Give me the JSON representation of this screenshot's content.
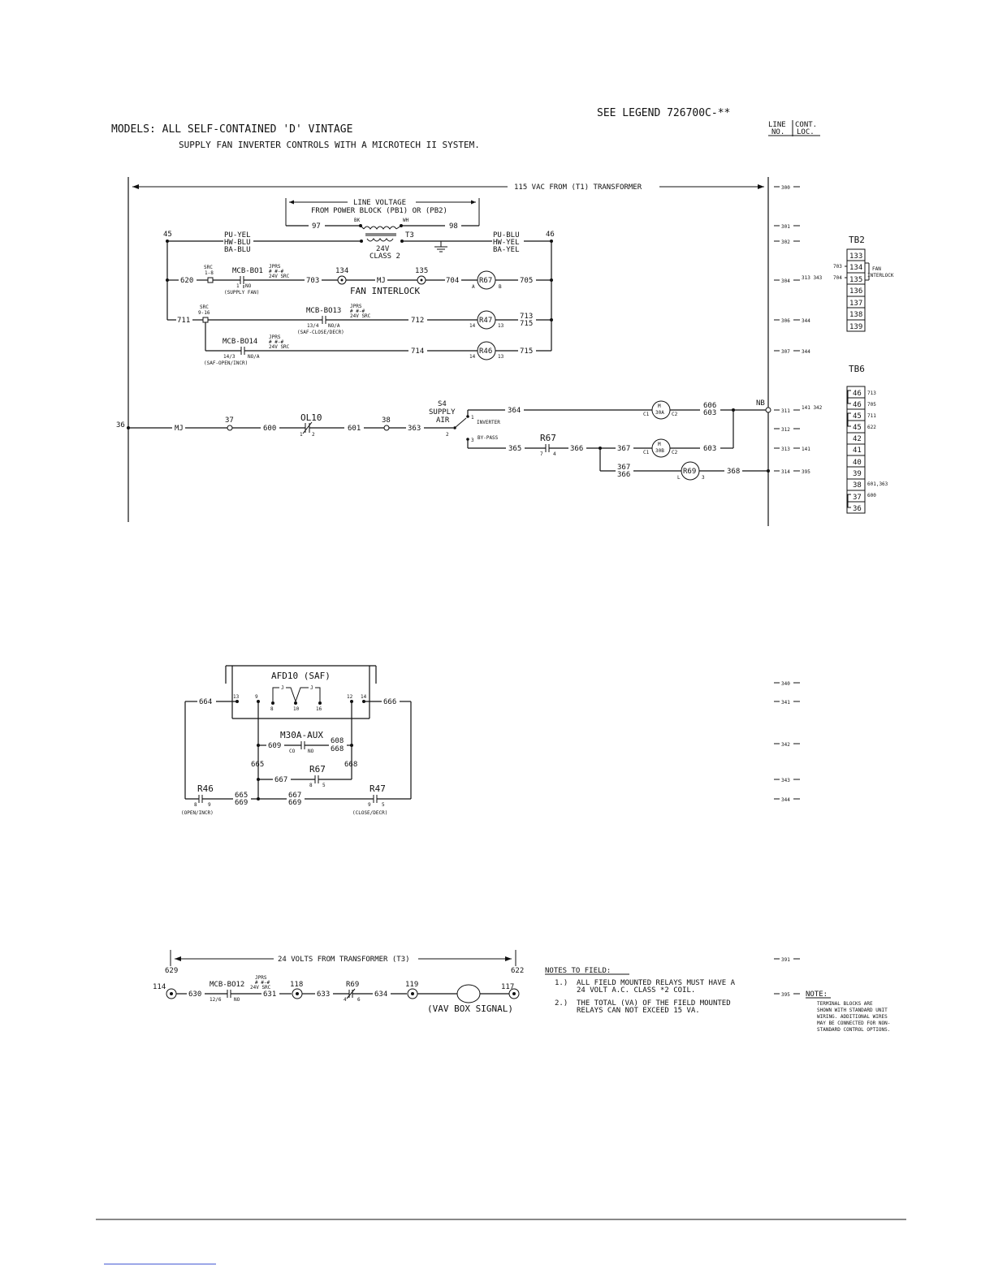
{
  "header": {
    "see_legend": "SEE LEGEND 726700C-**",
    "models_line": "MODELS: ALL SELF-CONTAINED 'D' VINTAGE",
    "subtitle": "SUPPLY FAN INVERTER CONTROLS WITH A MICROTECH II SYSTEM.",
    "line_no_label_1": "LINE",
    "line_no_label_2": "NO.",
    "cont_loc_label_1": "CONT.",
    "cont_loc_label_2": "LOC."
  },
  "top_circuit": {
    "bus_label": "115 VAC FROM (T1) TRANSFORMER",
    "line_voltage_label": "LINE VOLTAGE",
    "power_block_label": "FROM POWER BLOCK (PB1) OR (PB2)",
    "wire_97": "97",
    "wire_98": "98",
    "bk": "BK",
    "wh": "WH",
    "t3": "T3",
    "t3_voltage": "24V",
    "t3_class": "CLASS 2",
    "node_45": "45",
    "node_46": "46",
    "left_colors": [
      "PU-YEL",
      "HW-BLU",
      "BA-BLU"
    ],
    "right_colors": [
      "PU-BLU",
      "HW-YEL",
      "BA-YEL"
    ],
    "src_1": "SRC",
    "src_1_pins": "1-8",
    "src_2": "SRC",
    "src_2_pins": "9-16",
    "wire_620": "620",
    "wire_711": "711",
    "mcb_bo1": "MCB-BO1",
    "mcb_bo1_pin": "1",
    "mcb_bo1_no": "NO",
    "mcb_bo1_desc": "(SUPPLY FAN)",
    "jprs": "JPRS",
    "jprs_pins": "# #-#",
    "jprs_src": "24V SRC",
    "wire_703": "703",
    "term_134": "134",
    "mj": "MJ",
    "term_135": "135",
    "wire_704": "704",
    "fan_interlock": "FAN INTERLOCK",
    "r67": "R67",
    "r67_a": "A",
    "r67_b": "B",
    "wire_705": "705",
    "mcb_bo13": "MCB-BO13",
    "mcb_bo13_pins": "13/4",
    "mcb_bo13_no": "NO/A",
    "mcb_bo13_desc": "(SAF-CLOSE/DECR)",
    "wire_712": "712",
    "r47": "R47",
    "r47_14": "14",
    "r47_13": "13",
    "wire_713": "713",
    "wire_715a": "715",
    "mcb_bo14": "MCB-BO14",
    "mcb_bo14_pins": "14/3",
    "mcb_bo14_no": "NO/A",
    "mcb_bo14_desc": "(SAF-OPEN/INCR)",
    "wire_714": "714",
    "r46": "R46",
    "r46_14": "14",
    "r46_13": "13",
    "wire_715b": "715",
    "node_36": "36",
    "wire_mj": "MJ",
    "term_37": "37",
    "wire_600": "600",
    "ol10": "OL10",
    "ol10_1": "1",
    "ol10_2": "2",
    "wire_601": "601",
    "term_38": "38",
    "wire_363": "363",
    "s4": "S4",
    "supply": "SUPPLY",
    "air": "AIR",
    "s4_1": "1",
    "s4_2": "2",
    "s4_3": "3",
    "inverter": "INVERTER",
    "bypass": "BY-PASS",
    "wire_364": "364",
    "m30a": "M",
    "m30a_2": "30A",
    "c1a": "C1",
    "c2a": "C2",
    "wire_606": "606",
    "wire_603a": "603",
    "nb": "NB",
    "wire_365": "365",
    "r67b": "R67",
    "r67b_7": "7",
    "r67b_4": "4",
    "wire_366": "366",
    "wire_367": "367",
    "m30b": "M",
    "m30b_2": "30B",
    "c1b": "C1",
    "c2b": "C2",
    "wire_603b": "603",
    "wire_367b": "367",
    "wire_366b": "366",
    "r69": "R69",
    "r69_l": "L",
    "r69_3": "3",
    "wire_368": "368"
  },
  "line_numbers": [
    {
      "no": "300",
      "loc": ""
    },
    {
      "no": "301",
      "loc": ""
    },
    {
      "no": "302",
      "loc": ""
    },
    {
      "no": "304",
      "loc": "313 343"
    },
    {
      "no": "306",
      "loc": "344"
    },
    {
      "no": "307",
      "loc": "344"
    },
    {
      "no": "311",
      "loc": "141 342"
    },
    {
      "no": "312",
      "loc": ""
    },
    {
      "no": "313",
      "loc": "141"
    },
    {
      "no": "314",
      "loc": "395"
    },
    {
      "no": "340",
      "loc": ""
    },
    {
      "no": "341",
      "loc": ""
    },
    {
      "no": "342",
      "loc": ""
    },
    {
      "no": "343",
      "loc": ""
    },
    {
      "no": "344",
      "loc": ""
    },
    {
      "no": "391",
      "loc": ""
    },
    {
      "no": "395",
      "loc": ""
    }
  ],
  "tb2": {
    "title": "TB2",
    "terminals": [
      "133",
      "134",
      "135",
      "136",
      "137",
      "138",
      "139"
    ],
    "wire_703": "703",
    "wire_704": "704",
    "fan": "FAN",
    "interlock": "INTERLOCK"
  },
  "tb6": {
    "title": "TB6",
    "terminals": [
      "46",
      "46",
      "45",
      "45",
      "42",
      "41",
      "40",
      "39",
      "38",
      "37",
      "36"
    ],
    "side_labels": [
      "713",
      "705",
      "711",
      "622",
      "",
      "",
      "",
      "",
      "601,363",
      "600",
      ""
    ]
  },
  "afd_circuit": {
    "afd_label": "AFD10 (SAF)",
    "j1": "J",
    "j2": "J",
    "pin_13": "13",
    "pin_9": "9",
    "pin_12": "12",
    "pin_14": "14",
    "pin_8": "8",
    "pin_10": "10",
    "pin_16": "16",
    "wire_664": "664",
    "wire_666": "666",
    "m30a_aux": "M30A-AUX",
    "wire_609": "609",
    "co": "CO",
    "no": "NO",
    "wire_608": "608",
    "wire_668a": "668",
    "wire_665a": "665",
    "wire_668b": "668",
    "r67": "R67",
    "r67_8": "8",
    "r67_5": "5",
    "wire_667": "667",
    "r46": "R46",
    "r46_8": "8",
    "r46_9": "9",
    "wire_665b": "665",
    "wire_669a": "669",
    "wire_667b": "667",
    "wire_669b": "669",
    "r47": "R47",
    "r47_9": "9",
    "r47_5": "5",
    "open_incr": "(OPEN/INCR)",
    "close_decr": "(CLOSE/DECR)"
  },
  "vav_circuit": {
    "bus_label": "24 VOLTS FROM TRANSFORMER (T3)",
    "wire_629": "629",
    "wire_622": "622",
    "term_114": "114",
    "wire_630": "630",
    "mcb_bo12": "MCB-BO12",
    "mcb_bo12_pins": "12/6",
    "mcb_bo12_no": "NO",
    "jprs": "JPRS",
    "jprs_pins": "# #-#",
    "jprs_src": "24V SRC",
    "wire_631": "631",
    "term_118": "118",
    "wire_633": "633",
    "r69": "R69",
    "r69_4": "4",
    "r69_6": "6",
    "wire_634": "634",
    "term_119": "119",
    "term_117": "117",
    "vav_signal": "(VAV BOX SIGNAL)"
  },
  "notes": {
    "title": "NOTES TO FIELD:",
    "note1_num": "1.)",
    "note1_a": "ALL FIELD MOUNTED RELAYS MUST HAVE A",
    "note1_b": "24 VOLT A.C. CLASS *2 COIL.",
    "note2_num": "2.)",
    "note2_a": "THE TOTAL (VA) OF THE FIELD MOUNTED",
    "note2_b": "RELAYS CAN NOT EXCEED 15 VA.",
    "note_title": "NOTE:",
    "note_lines": [
      "TERMINAL BLOCKS ARE",
      "SHOWN WITH STANDARD UNIT",
      "WIRING. ADDITIONAL WIRES",
      "MAY BE CONNECTED FOR NON-",
      "STANDARD CONTROL OPTIONS."
    ]
  }
}
